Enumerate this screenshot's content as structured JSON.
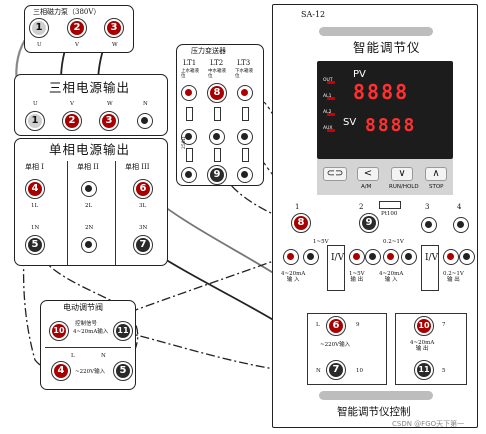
{
  "pump": {
    "title": "三相磁力泵（380V）",
    "terminals": [
      "1",
      "2",
      "3"
    ],
    "labels": [
      "U",
      "V",
      "W"
    ]
  },
  "three_phase": {
    "title": "三相电源输出",
    "labels": [
      "U",
      "V",
      "W",
      "N"
    ],
    "terminals": [
      "1",
      "2",
      "3"
    ]
  },
  "single_phase": {
    "title": "单相电源输出",
    "groups": [
      "单相 I",
      "单相 II",
      "单相 III"
    ],
    "labels_top": [
      "1L",
      "2L",
      "3L"
    ],
    "labels_bottom": [
      "1N",
      "2N",
      "3N"
    ],
    "terminals": [
      "4",
      "5",
      "6",
      "7"
    ]
  },
  "pressure": {
    "title": "压力变送器",
    "columns": [
      "LT1",
      "LT2",
      "LT3"
    ],
    "subs": [
      "上水箱液位",
      "中水箱液位",
      "下水箱液位"
    ],
    "res_label": "250Ω",
    "terminals": [
      "8",
      "9"
    ]
  },
  "valve": {
    "title": "电动调节阀",
    "signal": "控制信号",
    "signal_sub": "4~20mA输入",
    "supply": "~220V输入",
    "labels": [
      "L",
      "N"
    ],
    "terminals": [
      "10",
      "11",
      "4",
      "5"
    ]
  },
  "controller": {
    "model": "SA-12",
    "title": "智能调节仪",
    "footer": "智能调节仪控制",
    "indicators": [
      "OUT",
      "AL1",
      "AL2",
      "AUX"
    ],
    "pv_label": "PV",
    "sv_label": "SV",
    "pv_value": "8888",
    "sv_value": "8888",
    "keys": [
      "",
      "A/M",
      "RUN/HOLD",
      "STOP"
    ],
    "key_glyphs": [
      "⊂⊃",
      "<",
      "∨",
      "∧"
    ],
    "top_numbers": [
      "1",
      "2",
      "3",
      "4"
    ],
    "pt_label": "Pt100",
    "ranges": [
      "1~5V",
      "0.2~1V"
    ],
    "io_labels": [
      "4~20mA\n输 入",
      "1~5V\n输 出",
      "4~20mA\n输 入",
      "0.2~1V\n输 出"
    ],
    "iv_label": "I/V",
    "terminals": [
      "8",
      "9",
      "6",
      "7",
      "10",
      "11"
    ],
    "pin_numbers": [
      "9",
      "10",
      "7",
      "5"
    ],
    "pin_labels": [
      "L",
      "N"
    ],
    "power_label": "~220V输入",
    "out_label": "4~20mA\n输 出"
  },
  "watermark": "CSDN @FGO天下第一"
}
